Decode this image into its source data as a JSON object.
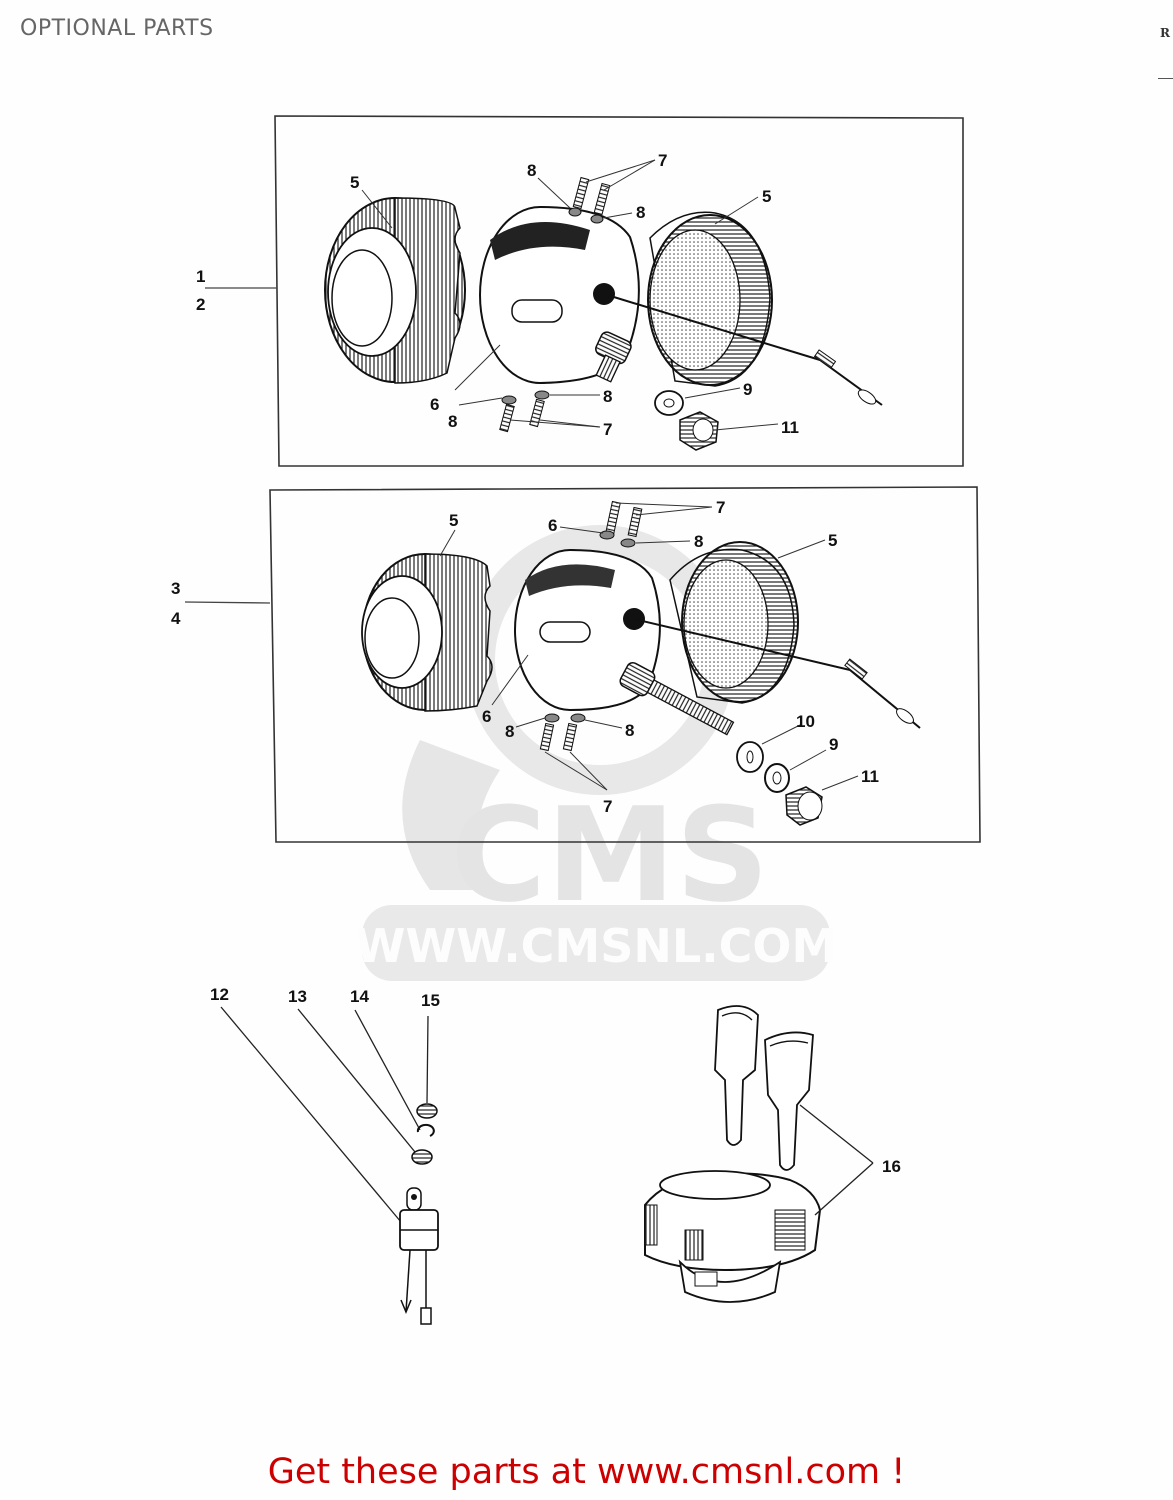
{
  "page": {
    "title": "OPTIONAL PARTS",
    "corner_mark": "R"
  },
  "watermark": {
    "logo_text": "CMS",
    "url_text": "WWW.CMSNL.COM",
    "color": "#e3e3e3"
  },
  "diagram": {
    "groups": [
      {
        "id": "upper-assembly",
        "group_labels": [
          "1",
          "2"
        ],
        "callouts": [
          "5",
          "8",
          "7",
          "8",
          "5",
          "6",
          "8",
          "8",
          "7",
          "9",
          "11"
        ]
      },
      {
        "id": "lower-assembly",
        "group_labels": [
          "3",
          "4"
        ],
        "callouts": [
          "5",
          "6",
          "7",
          "8",
          "5",
          "6",
          "8",
          "8",
          "7",
          "10",
          "9",
          "11"
        ]
      },
      {
        "id": "switch-parts",
        "callouts": [
          "12",
          "13",
          "14",
          "15"
        ]
      },
      {
        "id": "ignition-key-set",
        "callouts": [
          "16"
        ]
      }
    ],
    "labels": {
      "u1": "1",
      "u2": "2",
      "u5a": "5",
      "u8a": "8",
      "u7a": "7",
      "u8b": "8",
      "u5b": "5",
      "u6": "6",
      "u8c": "8",
      "u8d": "8",
      "u7b": "7",
      "u9": "9",
      "u11": "11",
      "l3": "3",
      "l4": "4",
      "l5a": "5",
      "l6a": "6",
      "l7a": "7",
      "l8a": "8",
      "l5b": "5",
      "l6b": "6",
      "l8b": "8",
      "l8c": "8",
      "l7b": "7",
      "l10": "10",
      "l9": "9",
      "l11": "11",
      "p12": "12",
      "p13": "13",
      "p14": "14",
      "p15": "15",
      "p16": "16"
    }
  },
  "footer": {
    "cta": "Get these parts at www.cmsnl.com !",
    "cta_color": "#cc0000"
  }
}
